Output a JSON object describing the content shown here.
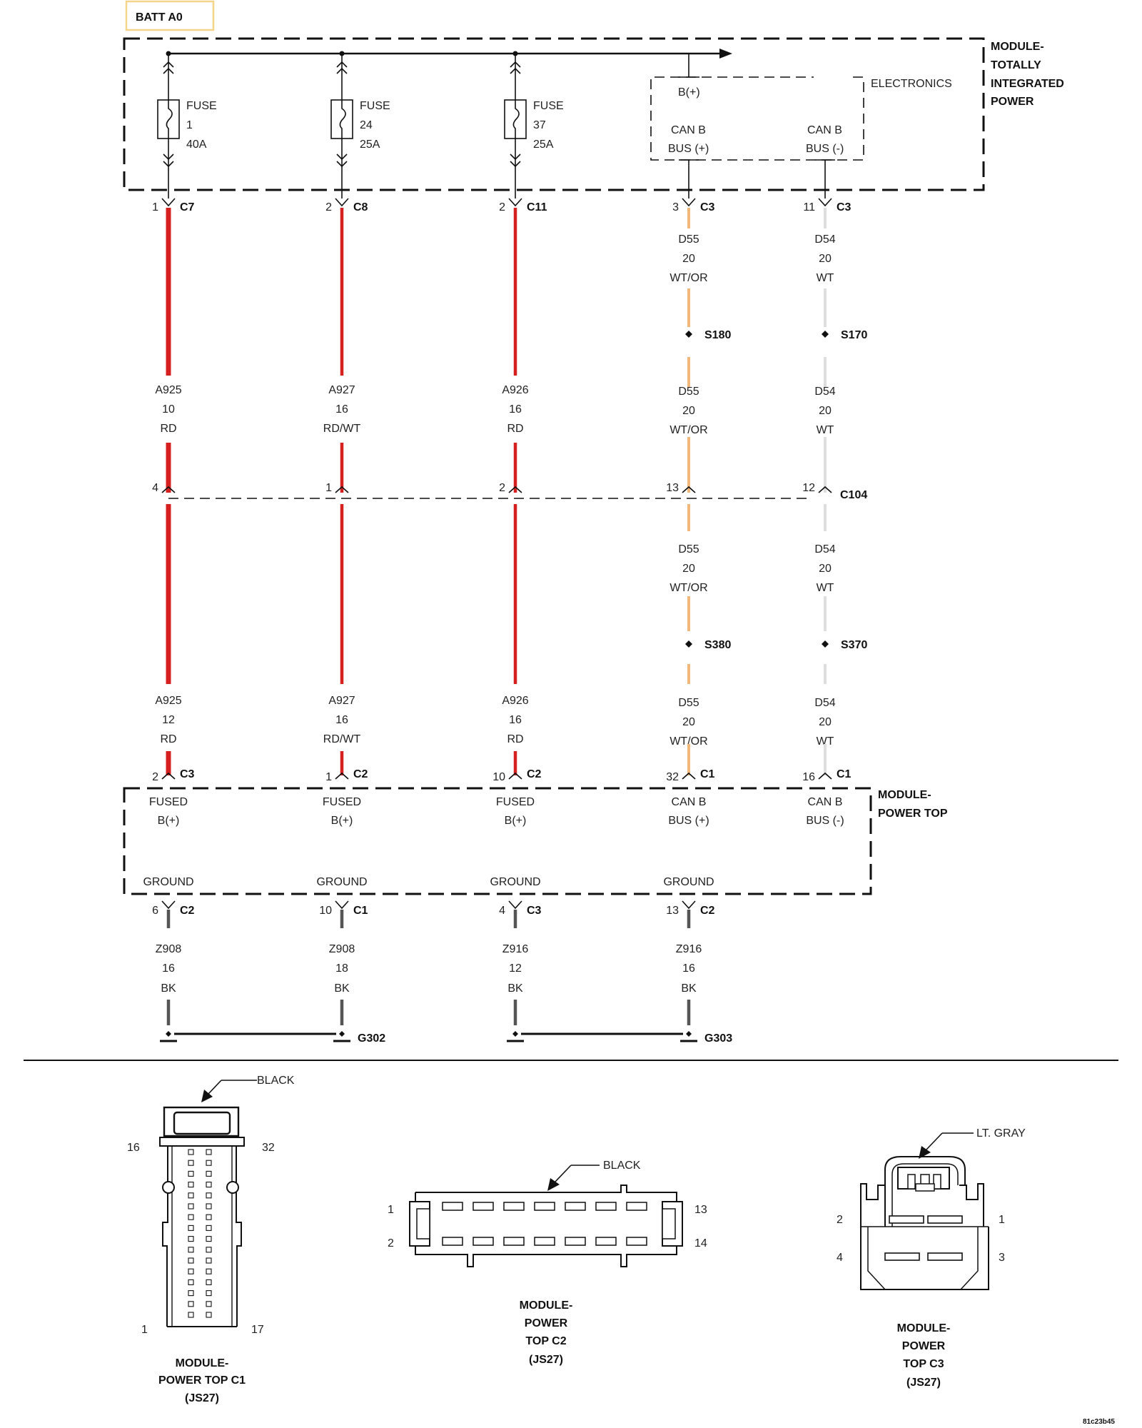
{
  "header": {
    "label": "BATT A0"
  },
  "tipm": {
    "name_lines": [
      "MODULE-",
      "TOTALLY",
      "INTEGRATED",
      "POWER"
    ],
    "electronics_label": "ELECTRONICS",
    "electronics_bplus": "B(+)",
    "can_pos_lines": [
      "CAN B",
      "BUS (+)"
    ],
    "can_neg_lines": [
      "CAN B",
      "BUS (-)"
    ],
    "fuses": [
      {
        "word": "FUSE",
        "number": "1",
        "rating": "40A"
      },
      {
        "word": "FUSE",
        "number": "24",
        "rating": "25A"
      },
      {
        "word": "FUSE",
        "number": "37",
        "rating": "25A"
      }
    ]
  },
  "circuits": [
    {
      "top_pin": "1",
      "top_conn": "C7",
      "seg1": null,
      "splice1": null,
      "seg2": [
        "A925",
        "10",
        "RD"
      ],
      "c104_pin": "4",
      "seg3": null,
      "splice2": null,
      "seg4": [
        "A925",
        "12",
        "RD"
      ],
      "bot_pin": "2",
      "bot_conn": "C3",
      "module_func": [
        "FUSED",
        "B(+)"
      ]
    },
    {
      "top_pin": "2",
      "top_conn": "C8",
      "seg1": null,
      "splice1": null,
      "seg2": [
        "A927",
        "16",
        "RD/WT"
      ],
      "c104_pin": "1",
      "seg3": null,
      "splice2": null,
      "seg4": [
        "A927",
        "16",
        "RD/WT"
      ],
      "bot_pin": "1",
      "bot_conn": "C2",
      "module_func": [
        "FUSED",
        "B(+)"
      ]
    },
    {
      "top_pin": "2",
      "top_conn": "C11",
      "seg1": null,
      "splice1": null,
      "seg2": [
        "A926",
        "16",
        "RD"
      ],
      "c104_pin": "2",
      "seg3": null,
      "splice2": null,
      "seg4": [
        "A926",
        "16",
        "RD"
      ],
      "bot_pin": "10",
      "bot_conn": "C2",
      "module_func": [
        "FUSED",
        "B(+)"
      ]
    },
    {
      "top_pin": "3",
      "top_conn": "C3",
      "seg1": [
        "D55",
        "20",
        "WT/OR"
      ],
      "splice1": "S180",
      "seg2": [
        "D55",
        "20",
        "WT/OR"
      ],
      "c104_pin": "13",
      "seg3": [
        "D55",
        "20",
        "WT/OR"
      ],
      "splice2": "S380",
      "seg4": [
        "D55",
        "20",
        "WT/OR"
      ],
      "bot_pin": "32",
      "bot_conn": "C1",
      "module_func": [
        "CAN B",
        "BUS (+)"
      ]
    },
    {
      "top_pin": "11",
      "top_conn": "C3",
      "seg1": [
        "D54",
        "20",
        "WT"
      ],
      "splice1": "S170",
      "seg2": [
        "D54",
        "20",
        "WT"
      ],
      "c104_pin": "12",
      "seg3": [
        "D54",
        "20",
        "WT"
      ],
      "splice2": "S370",
      "seg4": [
        "D54",
        "20",
        "WT"
      ],
      "bot_pin": "16",
      "bot_conn": "C1",
      "module_func": [
        "CAN B",
        "BUS (-)"
      ]
    }
  ],
  "c104_label": "C104",
  "power_top": {
    "name_lines": [
      "MODULE-",
      "POWER TOP"
    ]
  },
  "grounds": [
    {
      "label": "GROUND",
      "pin": "6",
      "conn": "C2",
      "wire": [
        "Z908",
        "16",
        "BK"
      ]
    },
    {
      "label": "GROUND",
      "pin": "10",
      "conn": "C1",
      "wire": [
        "Z908",
        "18",
        "BK"
      ]
    },
    {
      "label": "GROUND",
      "pin": "4",
      "conn": "C3",
      "wire": [
        "Z916",
        "12",
        "BK"
      ]
    },
    {
      "label": "GROUND",
      "pin": "13",
      "conn": "C2",
      "wire": [
        "Z916",
        "16",
        "BK"
      ]
    }
  ],
  "ground_points": [
    "G302",
    "G303"
  ],
  "connectors": [
    {
      "color": "BLACK",
      "pins": [
        "16",
        "32",
        "1",
        "17"
      ],
      "name_lines": [
        "MODULE-",
        "POWER TOP C1",
        "(JS27)"
      ]
    },
    {
      "color": "BLACK",
      "pins": [
        "1",
        "2",
        "13",
        "14"
      ],
      "name_lines": [
        "MODULE-",
        "POWER",
        "TOP C2",
        "(JS27)"
      ]
    },
    {
      "color": "LT. GRAY",
      "pins": [
        "2",
        "1",
        "4",
        "3"
      ],
      "name_lines": [
        "MODULE-",
        "POWER",
        "TOP C3",
        "(JS27)"
      ]
    }
  ],
  "footer_code": "81c23b45",
  "colors": {
    "red": "#d62020",
    "orange": "#f2b77a",
    "white_wire": "#dedede",
    "black_wire": "#555555",
    "header_border": "#f5d58a"
  }
}
